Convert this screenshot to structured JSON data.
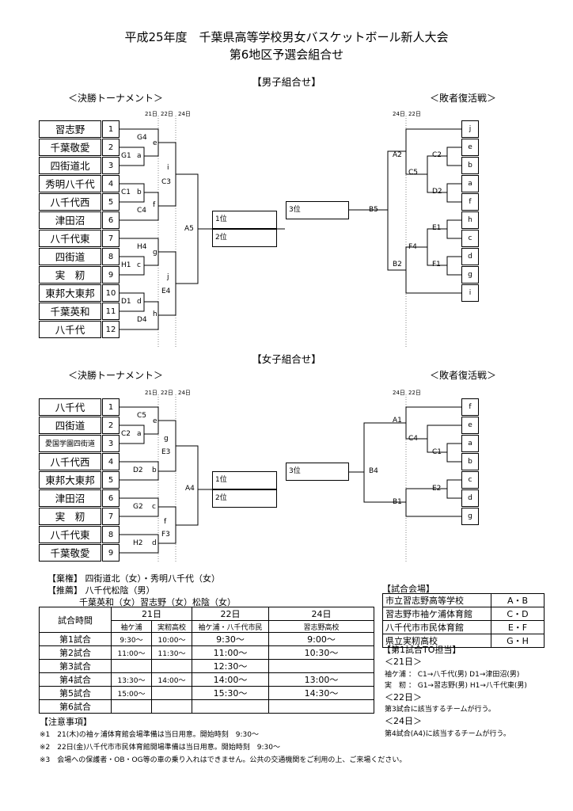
{
  "title": {
    "line1": "平成25年度　千葉県高等学校男女バスケットボール新人大会",
    "line2": "第6地区予選会組合せ"
  },
  "days": {
    "d21": "21日",
    "d22": "22日",
    "d24": "24日"
  },
  "boys": {
    "heading": "【男子組合せ】",
    "main_label": "＜決勝トーナメント＞",
    "repechage_label": "＜敗者復活戦＞",
    "teams": [
      {
        "name": "習志野",
        "num": "1"
      },
      {
        "name": "千葉敬愛",
        "num": "2"
      },
      {
        "name": "四街道北",
        "num": "3"
      },
      {
        "name": "秀明八千代",
        "num": "4"
      },
      {
        "name": "八千代西",
        "num": "5"
      },
      {
        "name": "津田沼",
        "num": "6"
      },
      {
        "name": "八千代東",
        "num": "7"
      },
      {
        "name": "四街道",
        "num": "8"
      },
      {
        "name": "実　籾",
        "num": "9"
      },
      {
        "name": "東邦大東邦",
        "num": "10"
      },
      {
        "name": "千葉英和",
        "num": "11"
      },
      {
        "name": "八千代",
        "num": "12"
      }
    ],
    "labels": {
      "G4": "G4",
      "e": "e",
      "G1": "G1",
      "a": "a",
      "i": "i",
      "C3": "C3",
      "C1": "C1",
      "b": "b",
      "f": "f",
      "C4": "C4",
      "A5": "A5",
      "H4": "H4",
      "g": "g",
      "H1": "H1",
      "c": "c",
      "j": "j",
      "E4": "E4",
      "D1": "D1",
      "d": "d",
      "h": "h",
      "D4": "D4"
    },
    "result_1": "1位",
    "result_2": "2位",
    "result_3": "3位",
    "rep": {
      "slots": [
        "j",
        "e",
        "b",
        "a",
        "f",
        "h",
        "c",
        "d",
        "g",
        "i"
      ],
      "A2": "A2",
      "C2": "C2",
      "C5": "C5",
      "D2": "D2",
      "B5": "B5",
      "E1": "E1",
      "F4": "F4",
      "F1": "F1",
      "B2": "B2"
    }
  },
  "girls": {
    "heading": "【女子組合せ】",
    "main_label": "＜決勝トーナメント＞",
    "repechage_label": "＜敗者復活戦＞",
    "teams": [
      {
        "name": "八千代",
        "num": "1"
      },
      {
        "name": "四街道",
        "num": "2"
      },
      {
        "name": "愛国学園四街道",
        "num": "3"
      },
      {
        "name": "八千代西",
        "num": "4"
      },
      {
        "name": "東邦大東邦",
        "num": "5"
      },
      {
        "name": "津田沼",
        "num": "6"
      },
      {
        "name": "実　籾",
        "num": "7"
      },
      {
        "name": "八千代東",
        "num": "8"
      },
      {
        "name": "千葉敬愛",
        "num": "9"
      }
    ],
    "labels": {
      "C5": "C5",
      "e": "e",
      "C2": "C2",
      "a": "a",
      "g": "g",
      "E3": "E3",
      "D2": "D2",
      "b": "b",
      "A4": "A4",
      "G2": "G2",
      "c": "c",
      "f": "f",
      "F3": "F3",
      "H2": "H2",
      "d": "d"
    },
    "result_1": "1位",
    "result_2": "2位",
    "result_3": "3位",
    "rep": {
      "slots": [
        "f",
        "e",
        "a",
        "b",
        "c",
        "d",
        "g"
      ],
      "A1": "A1",
      "C4": "C4",
      "C1": "C1",
      "B4": "B4",
      "E2": "E2",
      "B1": "B1"
    }
  },
  "notes": {
    "forfeit": "【棄権】 四街道北（女）・秀明八千代（女）",
    "recommend1": "【推薦】 八千代松陰（男）",
    "recommend2": "千葉英和（女）習志野（女）松陰（女）"
  },
  "schedule": {
    "header_time": "試合時間",
    "header_21": "21日",
    "header_22": "22日",
    "header_24": "24日",
    "sub_21a": "袖ケ浦",
    "sub_21b": "実籾高校",
    "sub_22": "袖ケ浦・八千代市民",
    "sub_24": "習志野高校",
    "rows": [
      {
        "name": "第1試合",
        "a": "9:30～",
        "b": "10:00～",
        "c": "9:30～",
        "d": "9:00～"
      },
      {
        "name": "第2試合",
        "a": "11:00～",
        "b": "11:30～",
        "c": "11:00～",
        "d": "10:30～"
      },
      {
        "name": "第3試合",
        "a": "",
        "b": "",
        "c": "12:30～",
        "d": ""
      },
      {
        "name": "第4試合",
        "a": "13:30～",
        "b": "14:00～",
        "c": "14:00～",
        "d": "13:00～"
      },
      {
        "name": "第5試合",
        "a": "15:00～",
        "b": "",
        "c": "15:30～",
        "d": "14:30～"
      },
      {
        "name": "第6試合",
        "a": "",
        "b": "",
        "c": "",
        "d": ""
      }
    ]
  },
  "venues": {
    "heading": "【試合会場】",
    "rows": [
      {
        "name": "市立習志野高等学校",
        "code": "A・B"
      },
      {
        "name": "習志野市袖ケ浦体育館",
        "code": "C・D"
      },
      {
        "name": "八千代市市民体育館",
        "code": "E・F"
      },
      {
        "name": "県立実籾高校",
        "code": "G・H"
      }
    ]
  },
  "to": {
    "heading": "【第1試合TO担当】",
    "d21": "＜21日＞",
    "line1": "袖ケ浦 ： C1→八千代(男)  D1→津田沼(男)",
    "line2": "実　籾 ： G1→習志野(男)  H1→八千代東(男)",
    "d22": "＜22日＞",
    "line3": "第3試合に該当するチームが行う。",
    "d24": "＜24日＞",
    "line4": "第4試合(A4)に該当するチームが行う。"
  },
  "cautions": {
    "heading": "【注意事項】",
    "c1": "※1　21(木)の袖ヶ浦体育館会場準備は当日用意。開始時刻　9:30～",
    "c2": "※2　22日(金)八千代市市民体育館開場準備は当日用意。開始時刻　9:30～",
    "c3": "※3　会場への保護者・OB・OG等の車の乗り入れはできません。公共の交通機関をご利用の上、ご来場ください。"
  }
}
